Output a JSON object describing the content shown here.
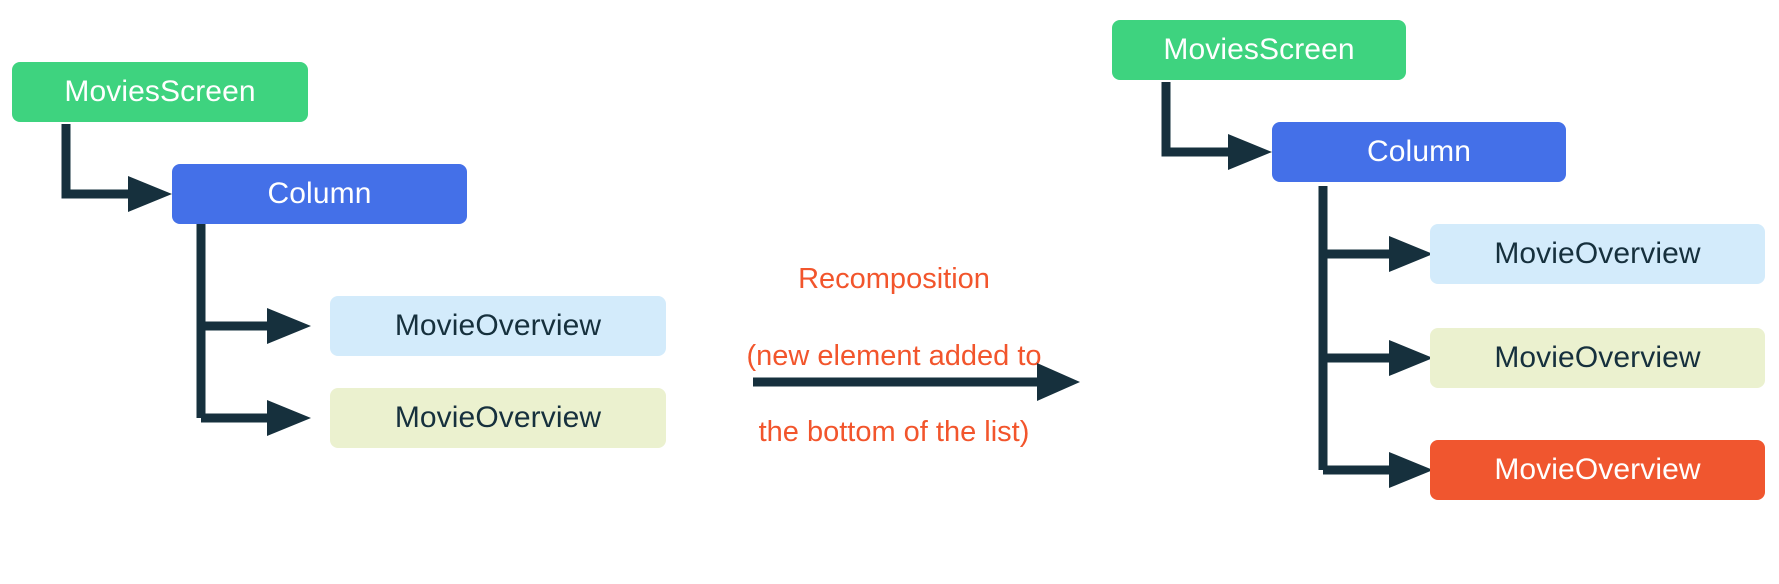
{
  "diagram": {
    "title_text": "Recomposition\n(new element added to\nthe bottom of the list)",
    "colors": {
      "screen": "#3ED37F",
      "column": "#4470E8",
      "overview_blue": "#D3EBFB",
      "overview_yellow": "#EBF1CF",
      "overview_orange": "#F0562F",
      "connector": "#16303D",
      "caption": "#F2552C",
      "text_light": "#FFFFFF",
      "text_dark": "#16303D",
      "background": "#FFFFFF"
    },
    "before": {
      "nodes": [
        {
          "label": "MoviesScreen",
          "type": "screen"
        },
        {
          "label": "Column",
          "type": "column"
        },
        {
          "label": "MovieOverview",
          "type": "overview_blue"
        },
        {
          "label": "MovieOverview",
          "type": "overview_yellow"
        }
      ]
    },
    "after": {
      "nodes": [
        {
          "label": "MoviesScreen",
          "type": "screen"
        },
        {
          "label": "Column",
          "type": "column"
        },
        {
          "label": "MovieOverview",
          "type": "overview_blue"
        },
        {
          "label": "MovieOverview",
          "type": "overview_yellow"
        },
        {
          "label": "MovieOverview",
          "type": "overview_orange"
        }
      ]
    },
    "transition": {
      "line1": "Recomposition",
      "line2": "(new element added to",
      "line3": "the bottom of the list)"
    }
  }
}
